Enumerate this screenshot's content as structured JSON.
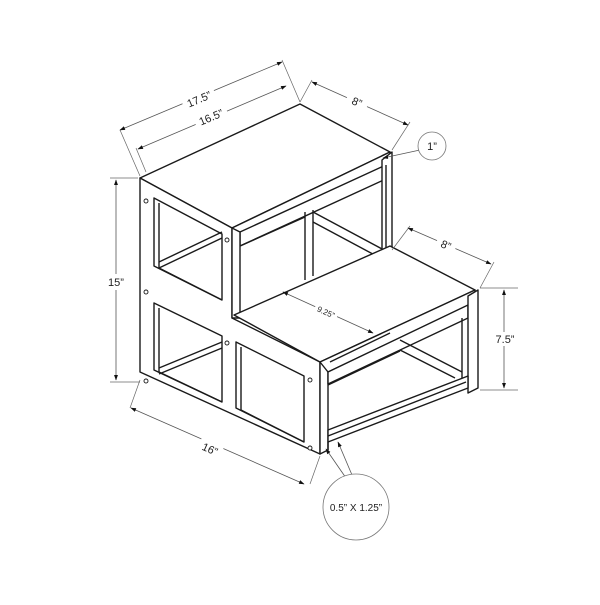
{
  "diagram": {
    "subject": "Two-step stool, isometric line drawing",
    "dimensions": {
      "overall_width": "17.5”",
      "top_width": "16.5”",
      "top_depth": "8”",
      "top_thickness_callout": "1”",
      "lower_step_depth": "8”",
      "lower_step_width": "9.25”",
      "overall_height": "15”",
      "lower_step_height": "7.5”",
      "base_depth": "16”",
      "leg_profile_callout": "0.5” X 1.25”"
    },
    "colors": {
      "line": "#1a1a1a",
      "dimension": "#555555",
      "background": "#ffffff"
    }
  }
}
